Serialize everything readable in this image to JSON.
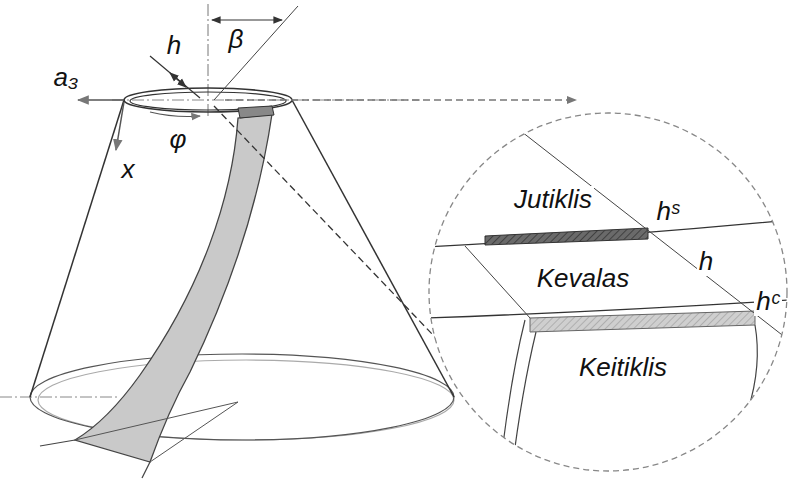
{
  "diagram": {
    "labels": [
      "h",
      "β",
      "a₃",
      "x",
      "φ",
      "Jutiklis",
      "hˢ",
      "Kevalas",
      "h",
      "hᶜ",
      "Keitiklis"
    ]
  }
}
